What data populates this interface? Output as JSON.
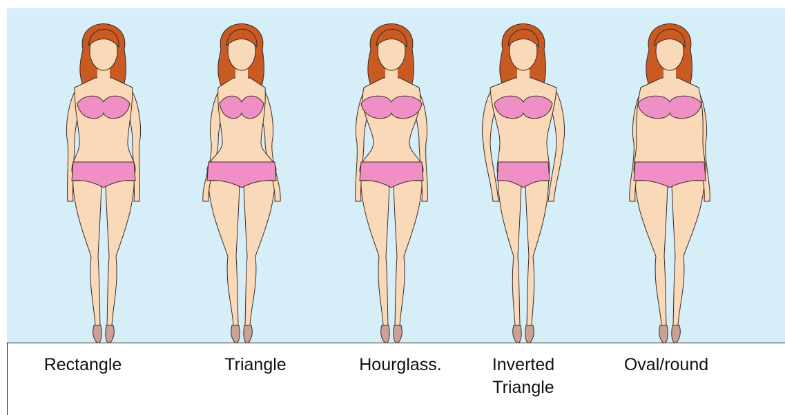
{
  "colors": {
    "background_panel": "#d6eef8",
    "skin": "#fad9b8",
    "hair": "#c95a22",
    "bikini": "#f08fc5",
    "shoes": "#c9a295",
    "outline": "#3a2a26"
  },
  "figures": [
    {
      "id": "rectangle",
      "label": [
        "Rectangle"
      ],
      "shoulder": 42,
      "bust": 38,
      "waist": 35,
      "hip": 46,
      "thigh": 24
    },
    {
      "id": "triangle",
      "label": [
        "Triangle"
      ],
      "shoulder": 34,
      "bust": 32,
      "waist": 28,
      "hip": 50,
      "thigh": 26
    },
    {
      "id": "hourglass",
      "label": [
        "Hourglass."
      ],
      "shoulder": 40,
      "bust": 44,
      "waist": 26,
      "hip": 46,
      "thigh": 24
    },
    {
      "id": "inverted-triangle",
      "label": [
        "Inverted",
        "Triangle"
      ],
      "shoulder": 48,
      "bust": 42,
      "waist": 34,
      "hip": 38,
      "thigh": 20
    },
    {
      "id": "oval-round",
      "label": [
        "Oval/round"
      ],
      "shoulder": 42,
      "bust": 46,
      "waist": 48,
      "hip": 52,
      "thigh": 26
    }
  ]
}
